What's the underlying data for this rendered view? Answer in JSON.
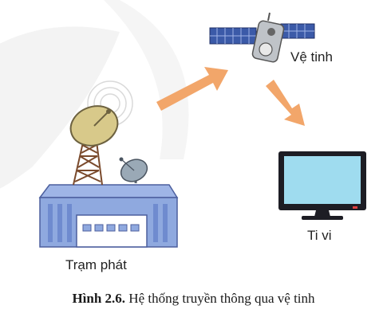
{
  "labels": {
    "satellite": "Vệ tinh",
    "tv": "Ti vi",
    "station": "Trạm phát"
  },
  "caption": {
    "number": "Hình 2.6.",
    "text": " Hệ thống truyền thông qua vệ tinh"
  },
  "colors": {
    "arrow": "#f2a66a",
    "tv_screen": "#9fdcef",
    "tv_frame": "#1d1d24",
    "building": "#8fa9df",
    "dish": "#d8c98a",
    "tower": "#7a4a2c",
    "solar_panel": "#3b5aa8"
  },
  "icons": [
    "satellite-icon",
    "television-icon",
    "broadcast-station-icon",
    "arrow-icon"
  ]
}
